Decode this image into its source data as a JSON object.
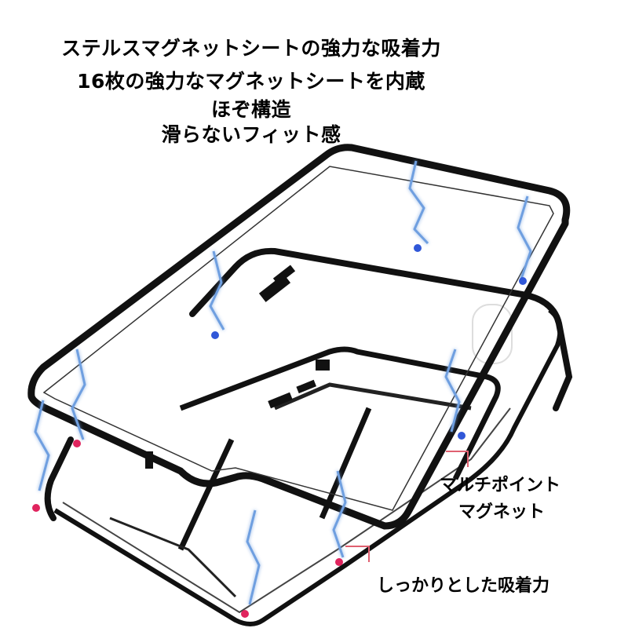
{
  "headline": {
    "line1": "ステルスマグネットシートの強力な吸着力",
    "line2": "16枚の強力なマグネットシートを内蔵",
    "line3": "ほぞ構造",
    "line4": "滑らないフィット感"
  },
  "callouts": {
    "multipoint_line1": "マルチポイント",
    "multipoint_line2": "マグネット",
    "adhesion": "しっかりとした吸着力"
  },
  "colors": {
    "frame": "#111111",
    "lightning": "#6f9fe0",
    "magnet_red": "#e0245e",
    "magnet_blue": "#3057d8",
    "callout_line": "#e06070"
  }
}
